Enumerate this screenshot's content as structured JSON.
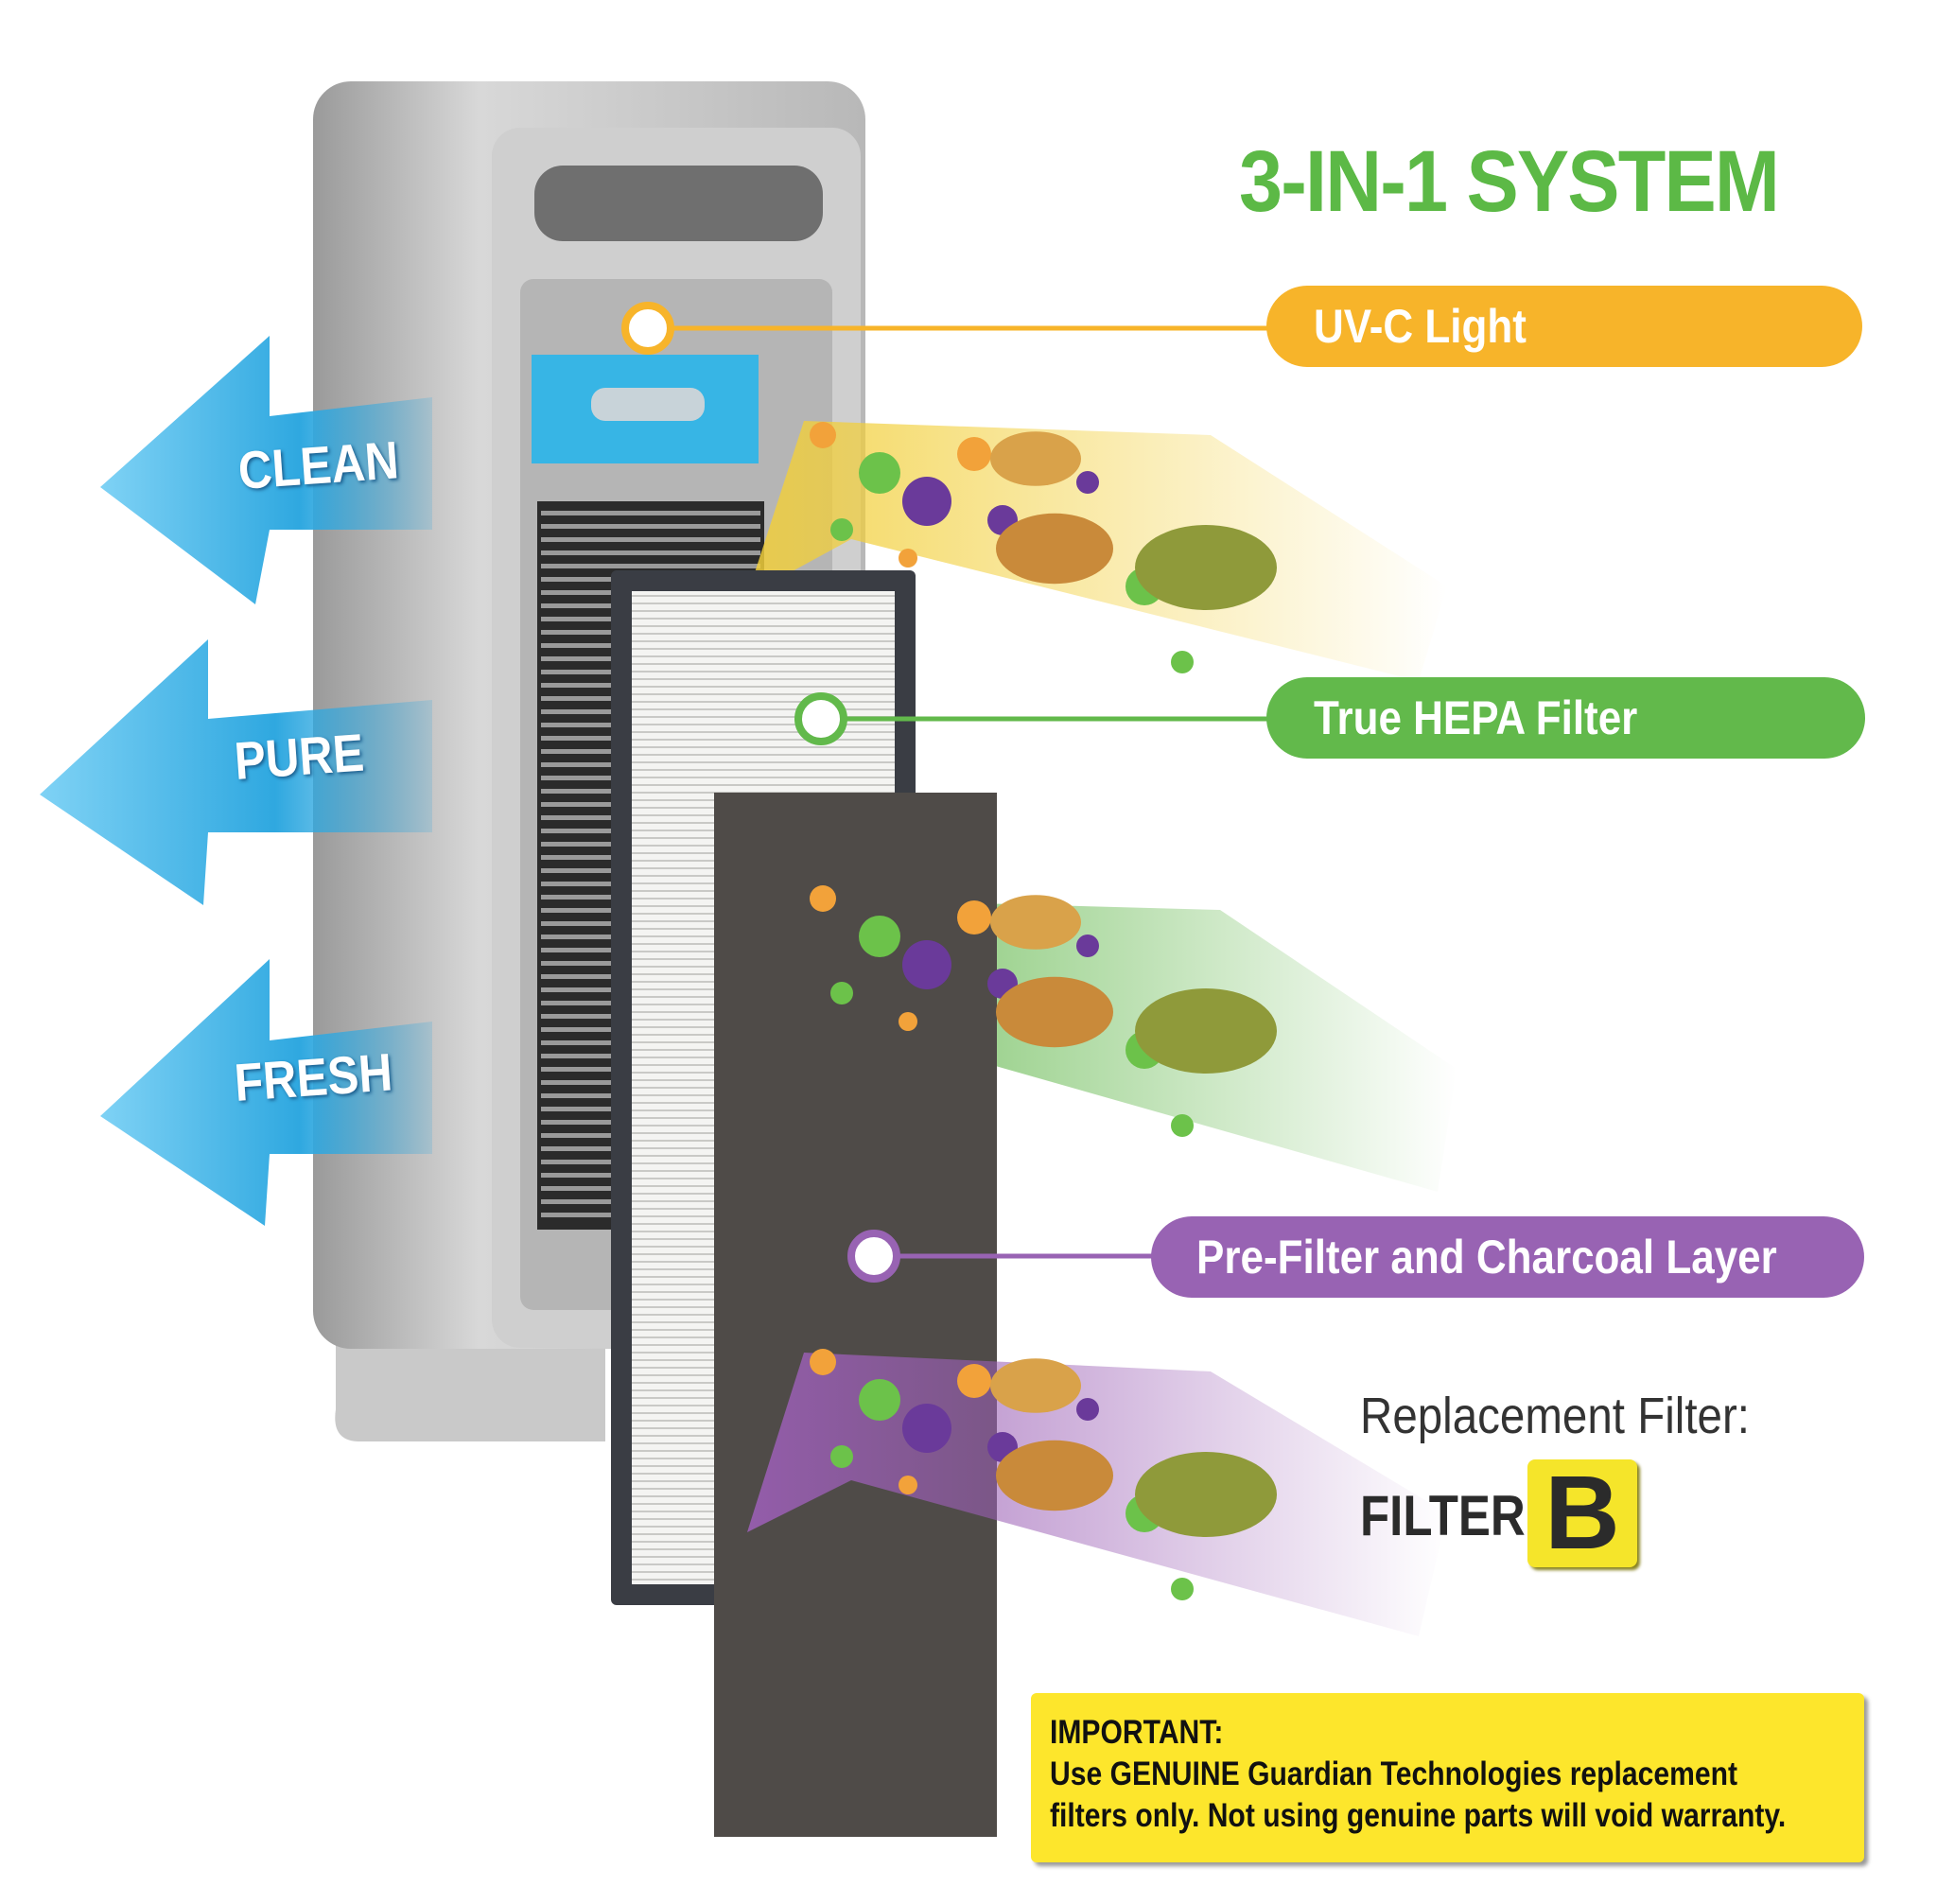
{
  "title": "3-IN-1 SYSTEM",
  "arrows": [
    {
      "label": "CLEAN"
    },
    {
      "label": "PURE"
    },
    {
      "label": "FRESH"
    }
  ],
  "callouts": [
    {
      "label": "UV-C Light",
      "color": "#f7b42a"
    },
    {
      "label": "True HEPA Filter",
      "color": "#62b94b"
    },
    {
      "label": "Pre-Filter and Charcoal Layer",
      "color": "#9863b3"
    }
  ],
  "replacement": {
    "label": "Replacement Filter:",
    "filter_label": "FILTER",
    "filter_code": "B"
  },
  "notice": {
    "heading": "IMPORTANT:",
    "line1": "Use GENUINE Guardian Technologies replacement",
    "line2": "filters only. Not using genuine parts will void warranty."
  },
  "colors": {
    "title": "#5cb946",
    "arrow": "#2fa8e0",
    "notice_bg": "#fde62c"
  }
}
